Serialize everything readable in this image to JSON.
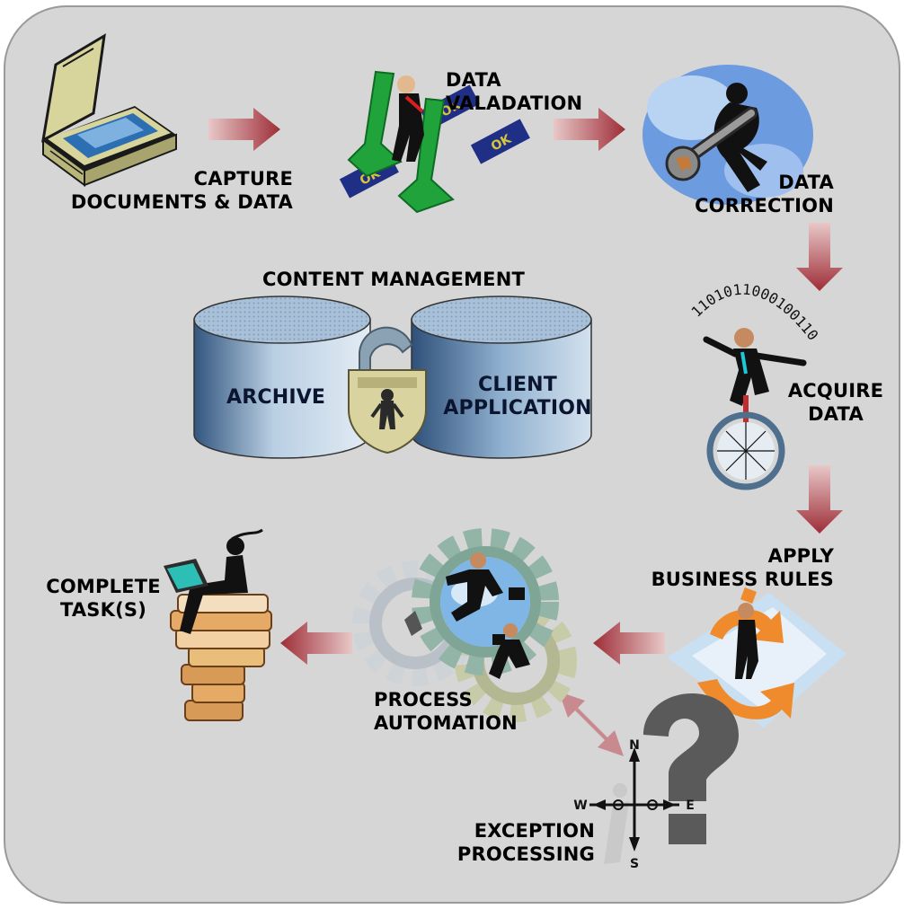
{
  "steps": {
    "capture": [
      "CAPTURE",
      "DOCUMENTS & DATA"
    ],
    "validation": [
      "DATA",
      "VALADATION"
    ],
    "correction": [
      "DATA",
      "CORRECTION"
    ],
    "acquire": [
      "ACQUIRE",
      "DATA"
    ],
    "rules": [
      "APPLY",
      "BUSINESS RULES"
    ],
    "automation": [
      "PROCESS",
      "AUTOMATION"
    ],
    "complete": [
      "COMPLETE",
      "TASK(S)"
    ],
    "exception": [
      "EXCEPTION",
      "PROCESSING"
    ]
  },
  "content": {
    "title": "CONTENT MANAGEMENT",
    "archive": "ARCHIVE",
    "client": [
      "CLIENT",
      "APPLICATION"
    ]
  },
  "art_text": {
    "ok": "OK",
    "binary": "11010110001001101",
    "compass": {
      "n": "N",
      "s": "S",
      "e": "E",
      "w": "W"
    }
  },
  "colors": {
    "panel": "#d6d6d6",
    "arrow": "#a5353f",
    "cylinder": "#6c8db4",
    "gear": "#8fb2a6"
  }
}
